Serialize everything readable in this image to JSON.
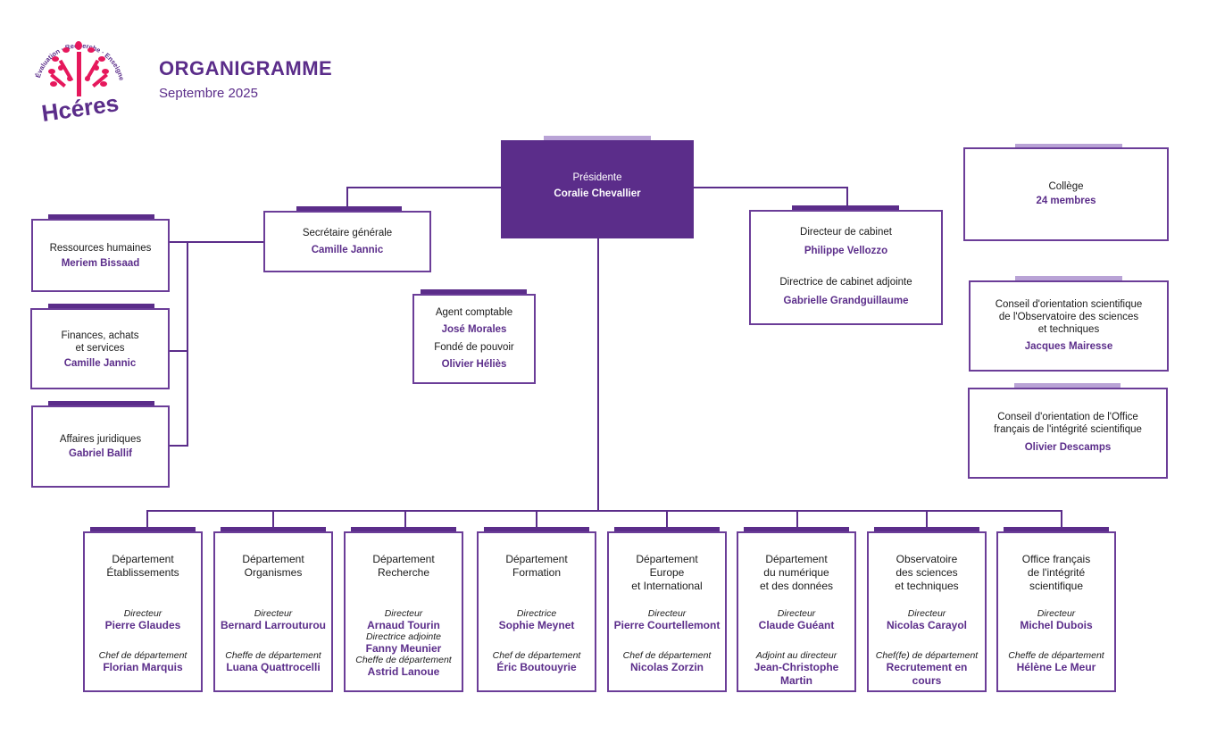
{
  "header": {
    "logo_text": "Hcéres",
    "logo_tagline": "Évaluation · Recherche · Enseignement supérieur",
    "title": "ORGANIGRAMME",
    "subtitle": "Septembre 2025"
  },
  "colors": {
    "primary": "#5b2d8a",
    "accent_light": "#b9a3d6",
    "logo_pink": "#e6185c"
  },
  "president": {
    "role": "Présidente",
    "name": "Coralie Chevallier"
  },
  "secretariat": {
    "role": "Secrétaire générale",
    "name": "Camille Jannic"
  },
  "support_units": [
    {
      "role": "Ressources humaines",
      "name": "Meriem Bissaad"
    },
    {
      "role_lines": [
        "Finances, achats",
        "et services"
      ],
      "name": "Camille Jannic"
    },
    {
      "role": "Affaires juridiques",
      "name": "Gabriel Ballif"
    }
  ],
  "accounting": {
    "role1": "Agent comptable",
    "name1": "José Morales",
    "role2": "Fondé de pouvoir",
    "name2": "Olivier Héliès"
  },
  "cabinet": {
    "role1": "Directeur de cabinet",
    "name1": "Philippe Vellozzo",
    "role2": "Directrice de cabinet adjointe",
    "name2": "Gabrielle Grandguillaume"
  },
  "councils": [
    {
      "role_lines": [
        "Collège"
      ],
      "name": "24 membres"
    },
    {
      "role_lines": [
        "Conseil d'orientation scientifique",
        "de l'Observatoire des sciences",
        "et techniques"
      ],
      "name": "Jacques Mairesse"
    },
    {
      "role_lines": [
        "Conseil d'orientation de l'Office",
        "français de l'intégrité scientifique"
      ],
      "name": "Olivier Descamps"
    }
  ],
  "departments": [
    {
      "head_lines": [
        "Département",
        "Établissements"
      ],
      "people": [
        {
          "title": "Directeur",
          "name": "Pierre Glaudes"
        },
        {
          "title": "Chef de département",
          "name": "Florian Marquis"
        }
      ]
    },
    {
      "head_lines": [
        "Département",
        "Organismes"
      ],
      "people": [
        {
          "title": "Directeur",
          "name": "Bernard Larrouturou"
        },
        {
          "title": "Cheffe de département",
          "name": "Luana Quattrocelli"
        }
      ]
    },
    {
      "head_lines": [
        "Département",
        "Recherche"
      ],
      "people": [
        {
          "title": "Directeur",
          "name": "Arnaud Tourin"
        },
        {
          "title": "Directrice adjointe",
          "name": "Fanny Meunier"
        },
        {
          "title": "Cheffe de département",
          "name": "Astrid Lanoue"
        }
      ]
    },
    {
      "head_lines": [
        "Département",
        "Formation"
      ],
      "people": [
        {
          "title": "Directrice",
          "name": "Sophie Meynet"
        },
        {
          "title": "Chef de département",
          "name": "Éric Boutouyrie"
        }
      ]
    },
    {
      "head_lines": [
        "Département",
        "Europe",
        "et International"
      ],
      "people": [
        {
          "title": "Directeur",
          "name": "Pierre Courtellemont"
        },
        {
          "title": "Chef de département",
          "name": "Nicolas Zorzin"
        }
      ]
    },
    {
      "head_lines": [
        "Département",
        "du numérique",
        "et des données"
      ],
      "people": [
        {
          "title": "Directeur",
          "name": "Claude Guéant"
        },
        {
          "title": "Adjoint au directeur",
          "name": "Jean-Christophe Martin"
        }
      ]
    },
    {
      "head_lines": [
        "Observatoire",
        "des sciences",
        "et techniques"
      ],
      "people": [
        {
          "title": "Directeur",
          "name": "Nicolas Carayol"
        },
        {
          "title": "Chef(fe) de département",
          "name": "Recrutement en cours"
        }
      ]
    },
    {
      "head_lines": [
        "Office français",
        "de l'intégrité",
        "scientifique"
      ],
      "people": [
        {
          "title": "Directeur",
          "name": "Michel Dubois"
        },
        {
          "title": "Cheffe de département",
          "name": "Hélène Le Meur"
        }
      ]
    }
  ]
}
